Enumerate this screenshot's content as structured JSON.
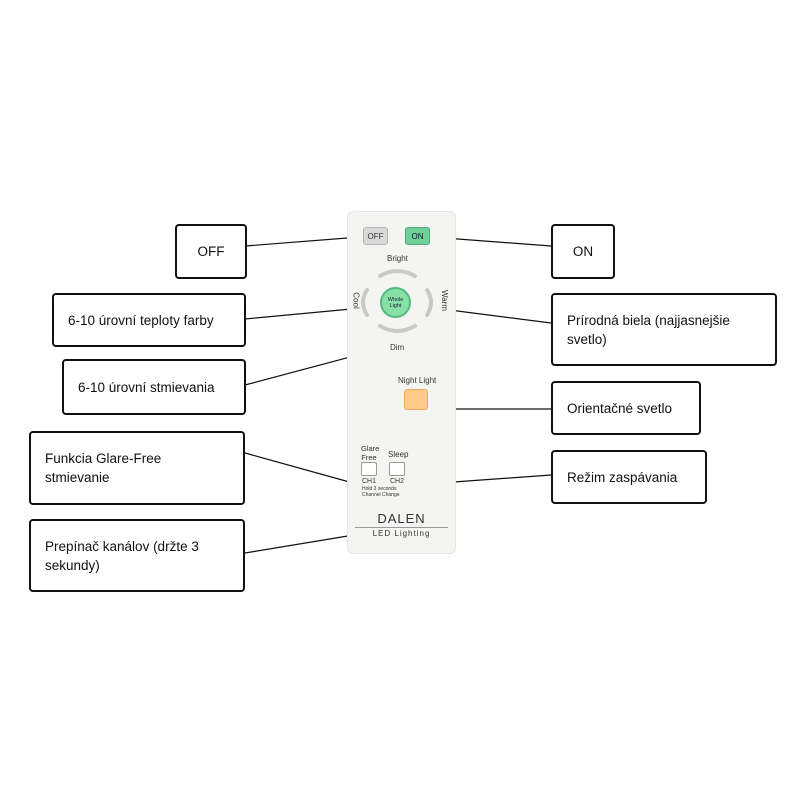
{
  "remote": {
    "off_label": "OFF",
    "on_label": "ON",
    "bright_label": "Bright",
    "cool_label": "Cool",
    "warm_label": "Warm",
    "whole_light_label": "Whole Light",
    "dim_label": "Dim",
    "night_light_label": "Night Light",
    "glare_free_label": "Glare Free",
    "sleep_label": "Sleep",
    "ch1_label": "CH1",
    "ch2_label": "CH2",
    "hold_note": "Hold 3 seconds",
    "channel_change_label": "Channel Change",
    "brand_name": "DALEN",
    "brand_sub": "LED Lighting"
  },
  "callouts": {
    "off": "OFF",
    "on": "ON",
    "color_temp": "6-10 úrovní teploty farby",
    "natural_white": "Prírodná biela (najjasnejšie svetlo)",
    "dimming": "6-10 úrovní stmievania",
    "orientation": "Orientačné svetlo",
    "glare_free": "Funkcia Glare-Free stmievanie",
    "sleep_mode": "Režim zaspávania",
    "channel_switch": "Prepínač kanálov (držte 3 sekundy)"
  }
}
